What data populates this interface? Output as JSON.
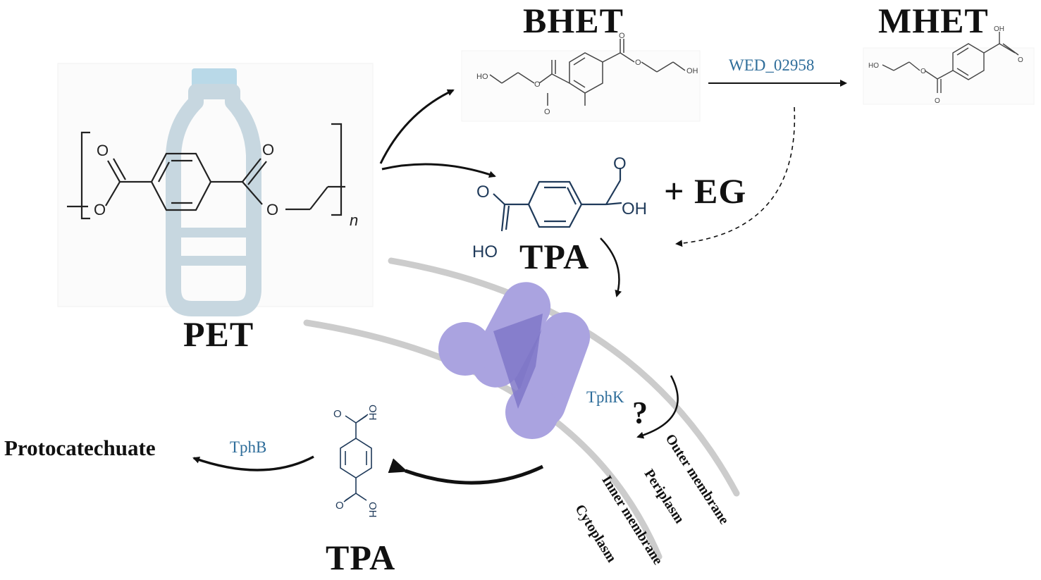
{
  "labels": {
    "bhet": "BHET",
    "mhet": "MHET",
    "pet": "PET",
    "tpa_top": "TPA",
    "tpa_bottom": "TPA",
    "eg": "+ EG",
    "protocatechuate": "Protocatechuate",
    "question": "?"
  },
  "enzymes": {
    "wed": "WED_02958",
    "tphk": "TphK",
    "tphb": "TphB"
  },
  "membranes": {
    "outer": "Outer membrane",
    "periplasm": "Periplasm",
    "inner": "Inner membrane",
    "cytoplasm": "Cytoplasm"
  },
  "atoms": {
    "o": "O",
    "oh": "OH",
    "ho": "HO",
    "n": "n"
  },
  "colors": {
    "bottle": "#c7d7e0",
    "bottle_cap": "#b9d9e8",
    "membrane": "#cccccc",
    "transporter_light": "#aaa3e0",
    "transporter_dark": "#8078c8",
    "enzyme_text": "#2e6d9a",
    "tpa_structure": "#1f3a5a"
  }
}
